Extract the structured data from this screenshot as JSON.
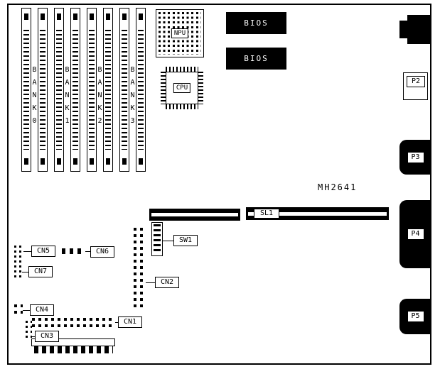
{
  "diagram": {
    "part_number": "MH2641",
    "memory_banks": [
      "BANK0",
      "BANK1",
      "BANK2",
      "BANK3"
    ],
    "chips": {
      "npu": "NPU",
      "cpu": "CPU",
      "bios_top": "BIOS",
      "bios_bottom": "BIOS"
    },
    "slots": {
      "sl1": "SL1"
    },
    "switch": {
      "sw1": "SW1"
    },
    "connectors": {
      "cn1": "CN1",
      "cn2": "CN2",
      "cn3": "CN3",
      "cn4": "CN4",
      "cn5": "CN5",
      "cn6": "CN6",
      "cn7": "CN7"
    },
    "ports": {
      "p2": "P2",
      "p3": "P3",
      "p4": "P4",
      "p5": "P5"
    }
  }
}
